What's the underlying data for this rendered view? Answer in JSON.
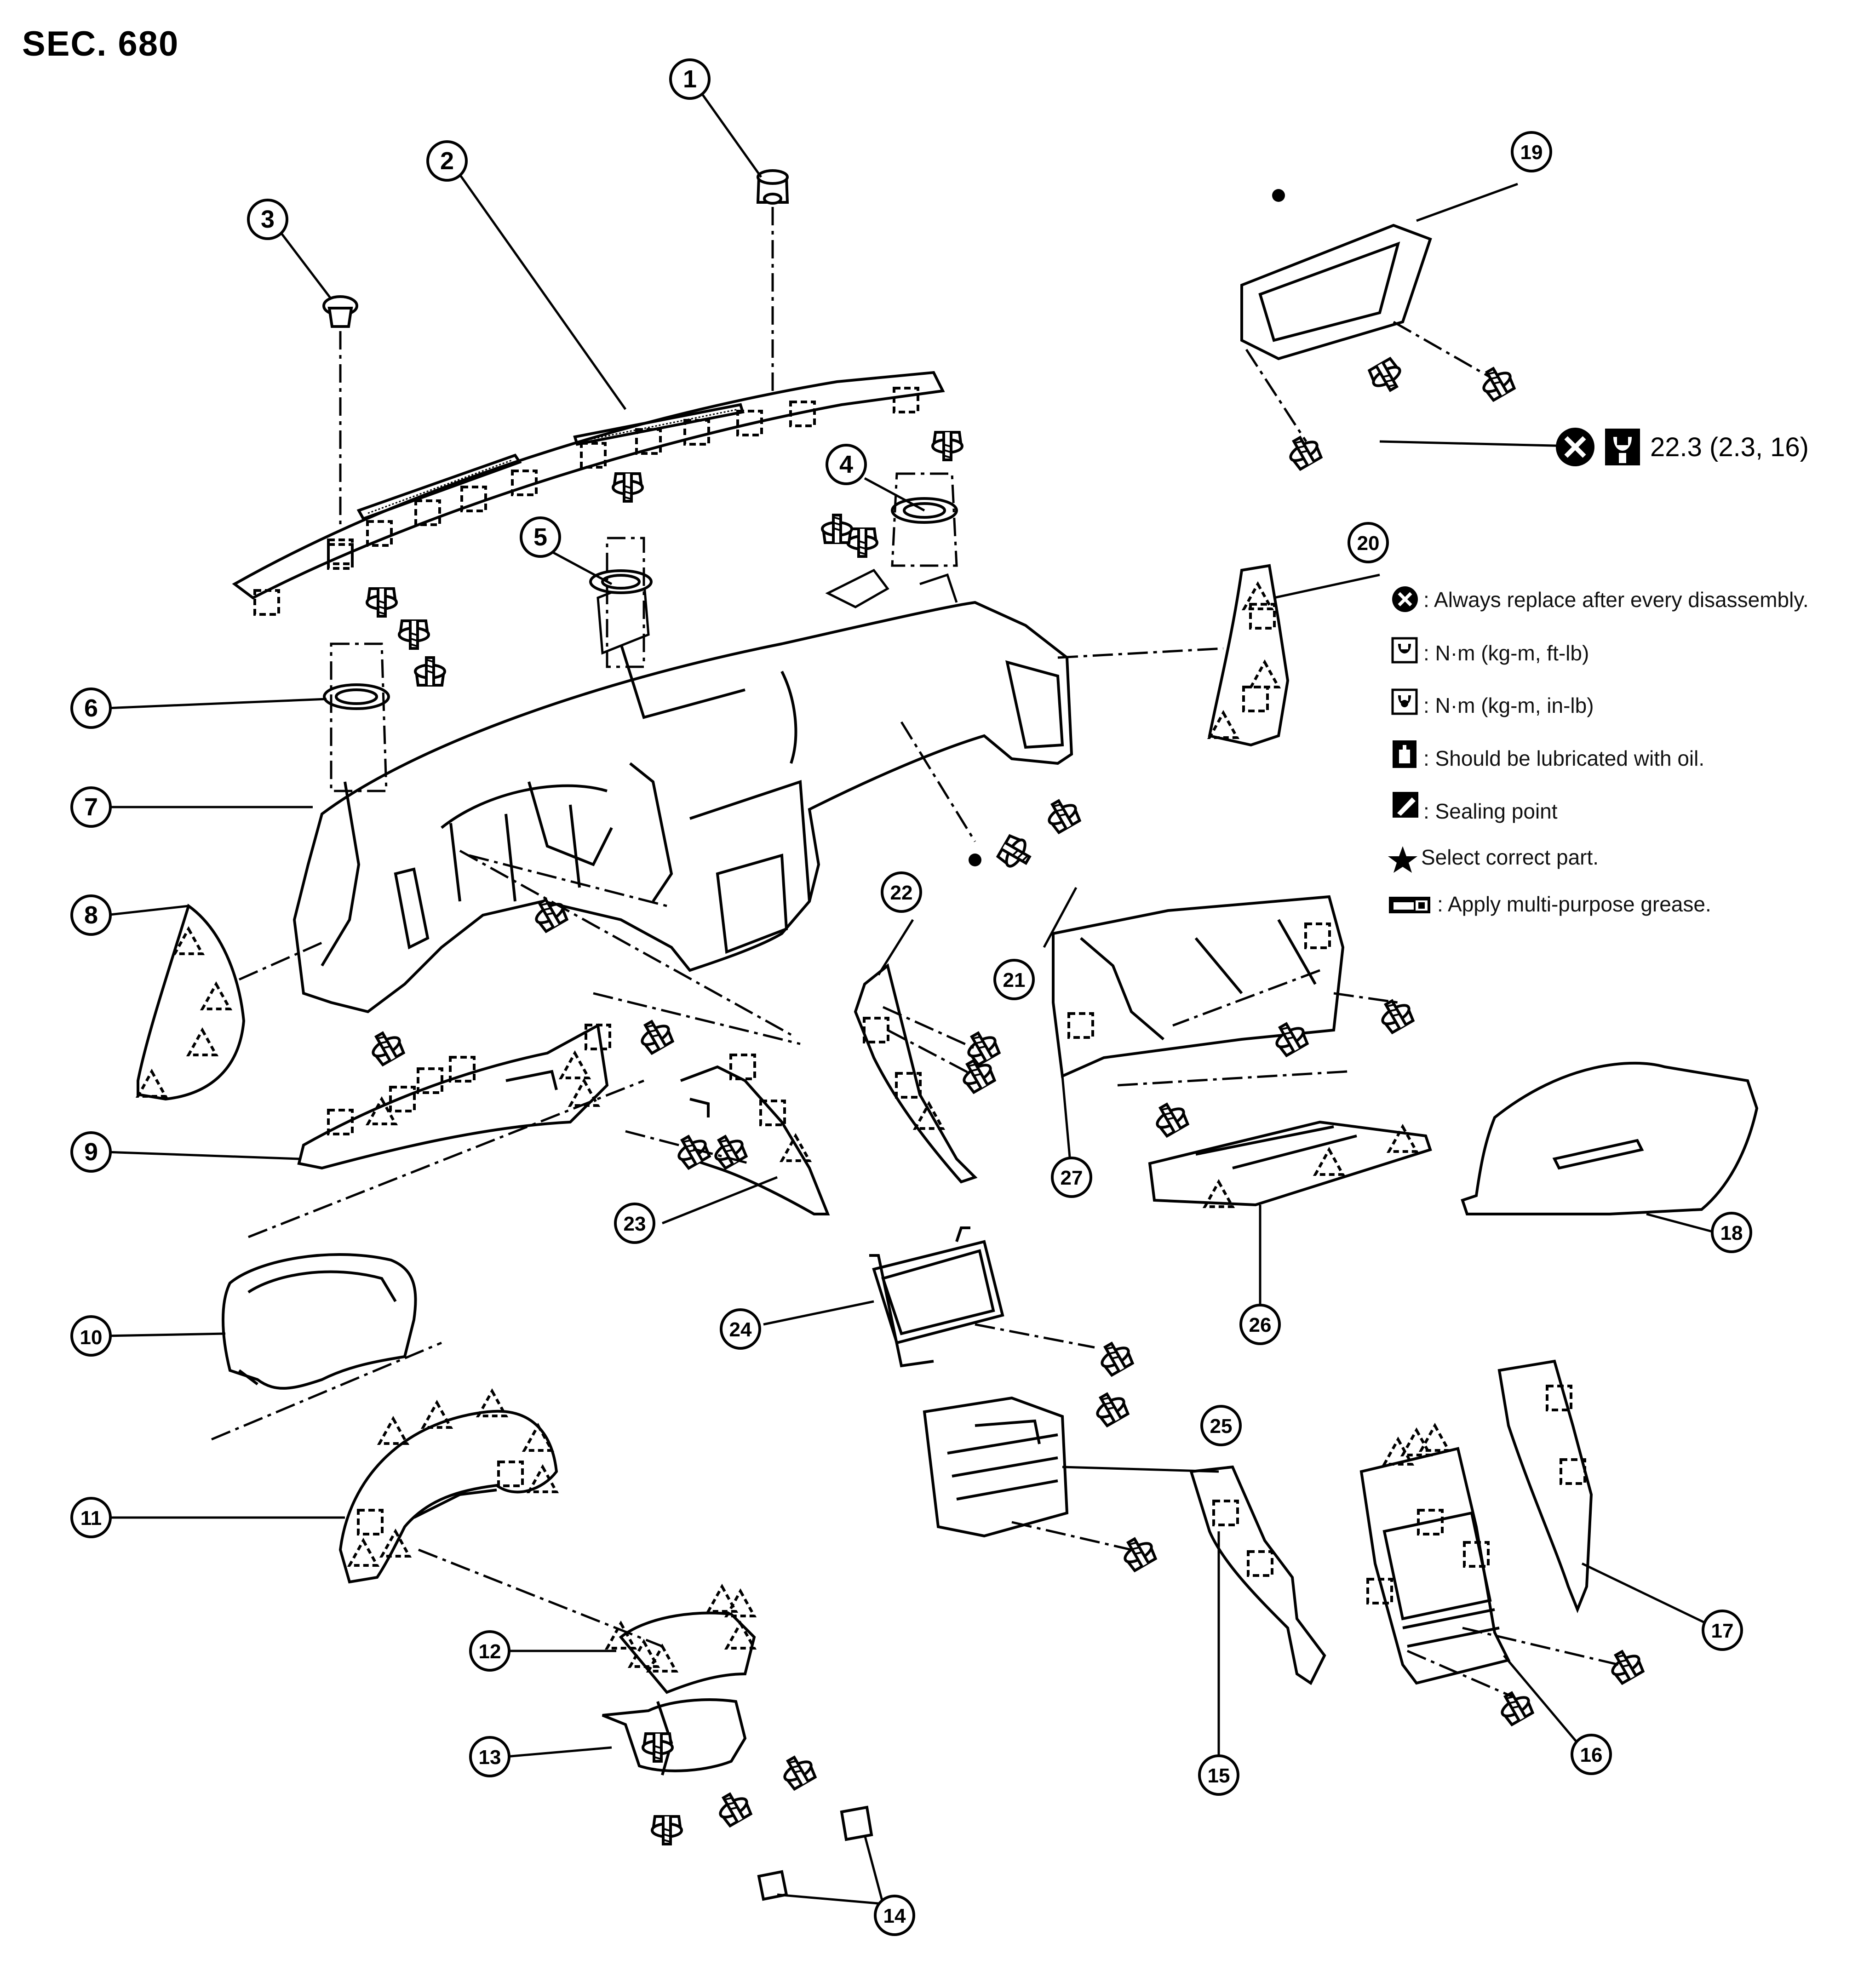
{
  "section_title": "SEC. 680",
  "torque_spec": "22.3 (2.3, 16)",
  "legend": {
    "always_replace": ": Always replace after every disassembly.",
    "torque_ft_lb": ": N·m (kg-m, ft-lb)",
    "torque_in_lb": ": N·m (kg-m, in-lb)",
    "lubricate_oil": ": Should be lubricated with oil.",
    "sealing_point": ": Sealing point",
    "select_part": "Select correct part.",
    "grease": ": Apply multi-purpose grease."
  },
  "callouts": [
    "1",
    "2",
    "3",
    "4",
    "5",
    "6",
    "7",
    "8",
    "9",
    "10",
    "11",
    "12",
    "13",
    "14",
    "15",
    "16",
    "17",
    "18",
    "19",
    "20",
    "21",
    "22",
    "23",
    "24",
    "25",
    "26",
    "27"
  ],
  "icons": {
    "always_replace": "x-circle-icon",
    "torque_ft_lb": "torque-wrench-icon",
    "torque_in_lb": "torque-wrench-filled-icon",
    "lubricate_oil": "oil-can-icon",
    "sealing_point": "sealant-icon",
    "select_part": "star-icon",
    "grease": "grease-icon",
    "clip": "dashed-square-clip-icon",
    "pawl": "dashed-triangle-pawl-icon"
  }
}
